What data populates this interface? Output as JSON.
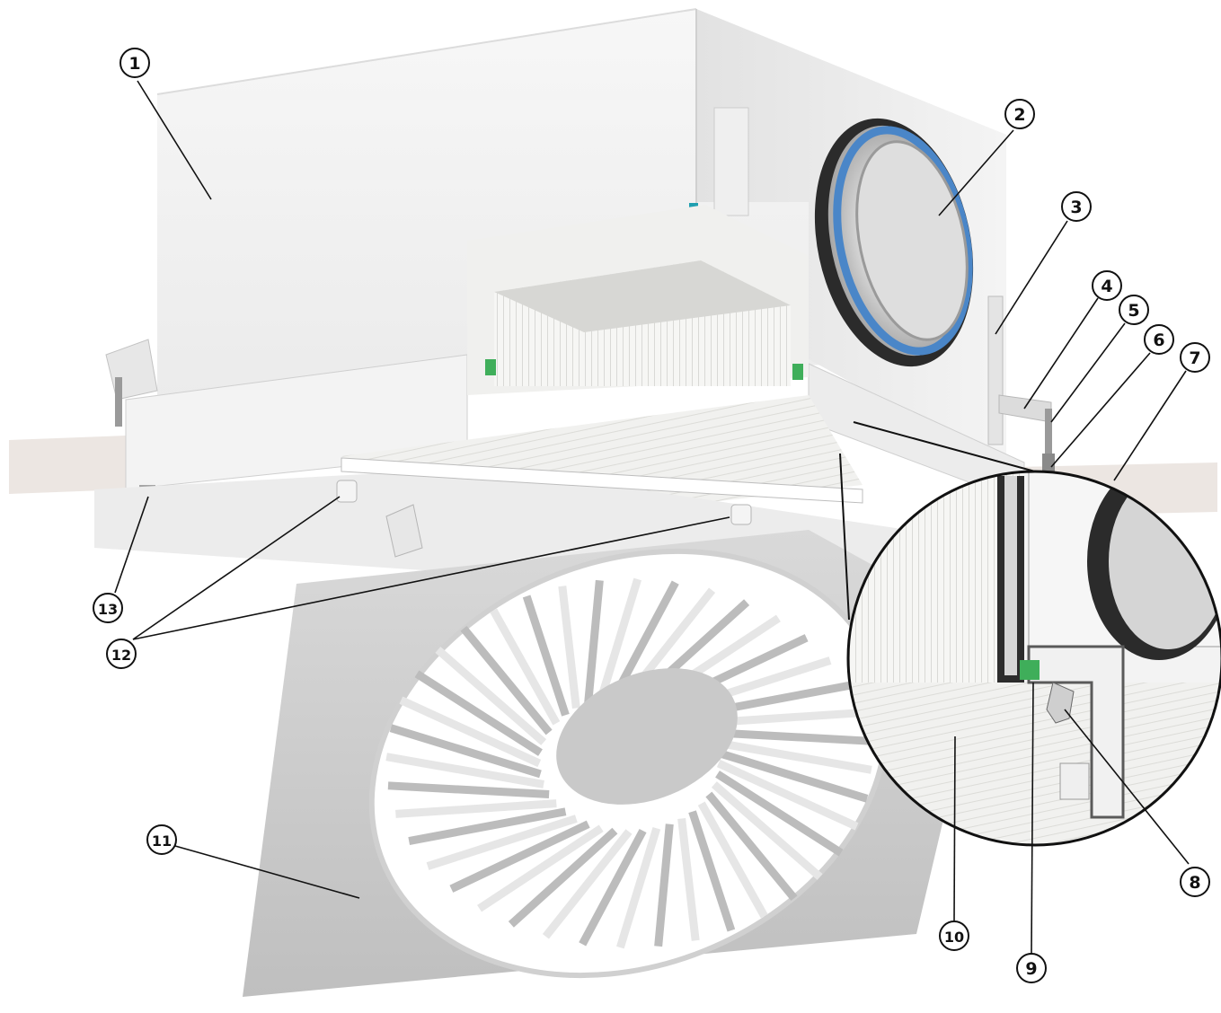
{
  "callouts": [
    {
      "number": "1"
    },
    {
      "number": "2"
    },
    {
      "number": "3"
    },
    {
      "number": "4"
    },
    {
      "number": "5"
    },
    {
      "number": "6"
    },
    {
      "number": "7"
    },
    {
      "number": "8"
    },
    {
      "number": "9"
    },
    {
      "number": "10"
    },
    {
      "number": "11"
    },
    {
      "number": "12"
    },
    {
      "number": "13"
    }
  ],
  "colors": {
    "seal_blue": "#4a86c8",
    "seal_green": "#3fae5a",
    "sensor_teal": "#1f9fb0",
    "ceiling_tile": "#ece6e2"
  }
}
